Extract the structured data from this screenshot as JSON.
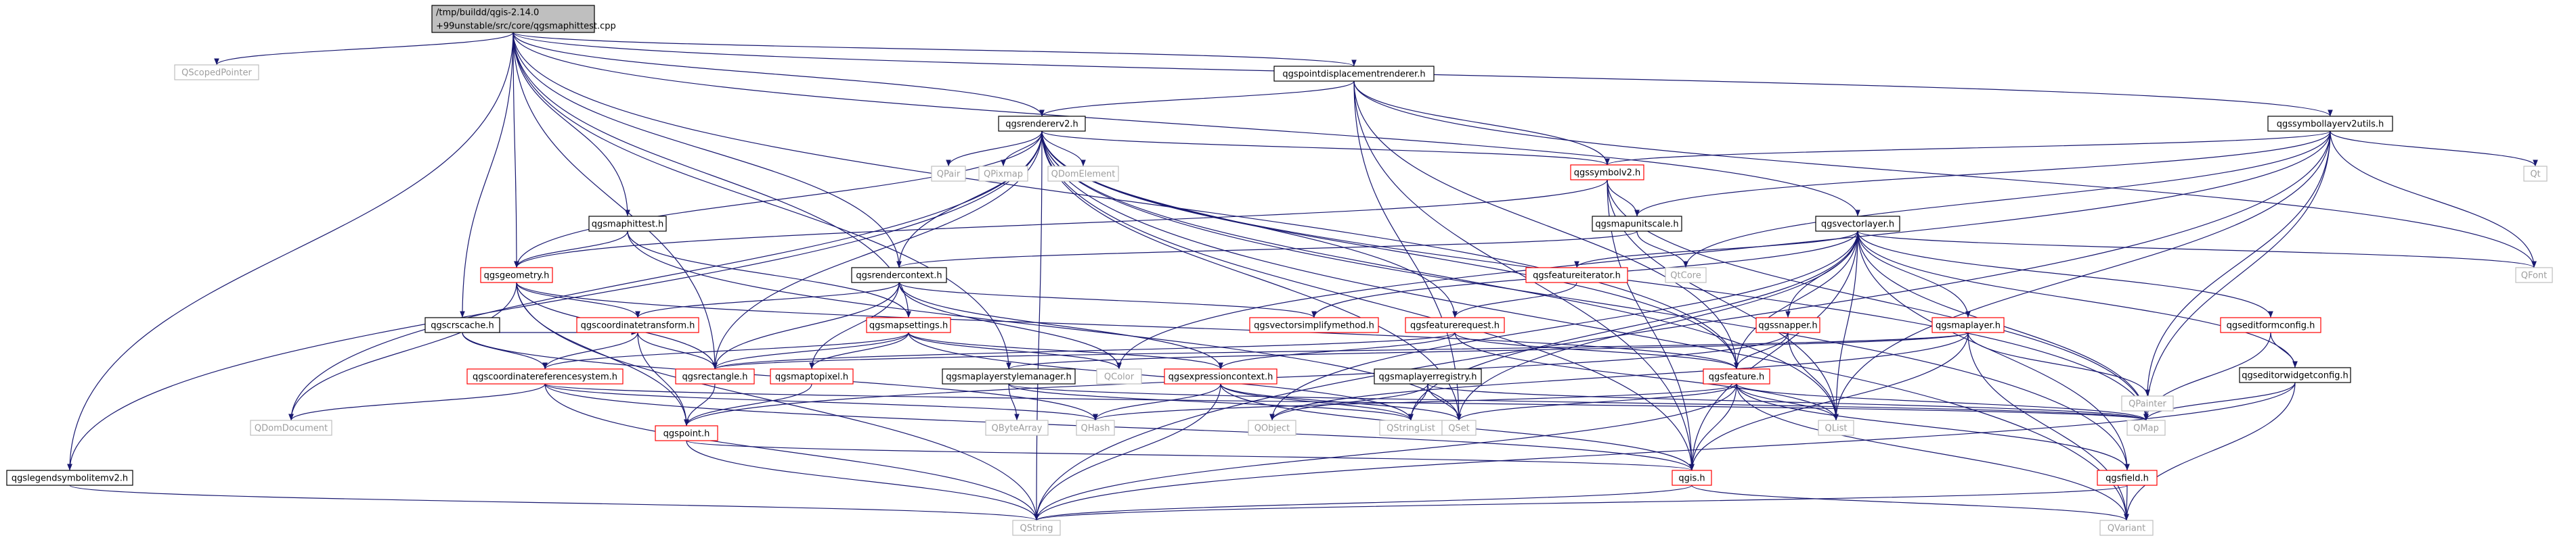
{
  "colors": {
    "root_fill": "#bfbfbf",
    "node_fill": "#ffffff",
    "node_border_doc": "#000000",
    "node_border_undoc": "#ff0000",
    "external_border": "#bfbfbf",
    "external_text": "#9e9e9e",
    "edge": "#191970"
  },
  "nodes": [
    {
      "id": "root",
      "lines": [
        "/tmp/buildd/qgis-2.14.0",
        "+99unstable/src/core/qgsmaphittest.cpp"
      ],
      "kind": "root"
    },
    {
      "id": "qscopedpointer",
      "lines": [
        "QScopedPointer"
      ],
      "kind": "external"
    },
    {
      "id": "qgspointdisplacementrenderer",
      "lines": [
        "qgspointdisplacementrenderer.h"
      ],
      "kind": "doc"
    },
    {
      "id": "qgssymbollayerv2utils",
      "lines": [
        "qgssymbollayerv2utils.h"
      ],
      "kind": "doc"
    },
    {
      "id": "qgsrendererv2",
      "lines": [
        "qgsrendererv2.h"
      ],
      "kind": "doc"
    },
    {
      "id": "qgssymbolv2",
      "lines": [
        "qgssymbolv2.h"
      ],
      "kind": "undoc"
    },
    {
      "id": "qpair",
      "lines": [
        "QPair"
      ],
      "kind": "external"
    },
    {
      "id": "qpixmap",
      "lines": [
        "QPixmap"
      ],
      "kind": "external"
    },
    {
      "id": "qdomelement",
      "lines": [
        "QDomElement"
      ],
      "kind": "external"
    },
    {
      "id": "qt",
      "lines": [
        "Qt"
      ],
      "kind": "external"
    },
    {
      "id": "qgsmaphittest",
      "lines": [
        "qgsmaphittest.h"
      ],
      "kind": "doc"
    },
    {
      "id": "qgsmapunitscale",
      "lines": [
        "qgsmapunitscale.h"
      ],
      "kind": "doc"
    },
    {
      "id": "qgsvectorlayer",
      "lines": [
        "qgsvectorlayer.h"
      ],
      "kind": "doc"
    },
    {
      "id": "qgsgeometry",
      "lines": [
        "qgsgeometry.h"
      ],
      "kind": "undoc"
    },
    {
      "id": "qgsrendercontext",
      "lines": [
        "qgsrendercontext.h"
      ],
      "kind": "doc"
    },
    {
      "id": "qtcore",
      "lines": [
        "QtCore"
      ],
      "kind": "external"
    },
    {
      "id": "qgsfeatureiterator",
      "lines": [
        "qgsfeatureiterator.h"
      ],
      "kind": "undoc"
    },
    {
      "id": "qfont",
      "lines": [
        "QFont"
      ],
      "kind": "external"
    },
    {
      "id": "qgscrscache",
      "lines": [
        "qgscrscache.h"
      ],
      "kind": "doc"
    },
    {
      "id": "qgscoordinatetransform",
      "lines": [
        "qgscoordinatetransform.h"
      ],
      "kind": "undoc"
    },
    {
      "id": "qgsmapsettings",
      "lines": [
        "qgsmapsettings.h"
      ],
      "kind": "undoc"
    },
    {
      "id": "qgsvectorsimplifymethod",
      "lines": [
        "qgsvectorsimplifymethod.h"
      ],
      "kind": "undoc"
    },
    {
      "id": "qgsfeaturerequest",
      "lines": [
        "qgsfeaturerequest.h"
      ],
      "kind": "undoc"
    },
    {
      "id": "qgssnapper",
      "lines": [
        "qgssnapper.h"
      ],
      "kind": "undoc"
    },
    {
      "id": "qgsmaplayer",
      "lines": [
        "qgsmaplayer.h"
      ],
      "kind": "undoc"
    },
    {
      "id": "qgseditformconfig",
      "lines": [
        "qgseditformconfig.h"
      ],
      "kind": "undoc"
    },
    {
      "id": "qgseditorwidgetconfig",
      "lines": [
        "qgseditorwidgetconfig.h"
      ],
      "kind": "doc"
    },
    {
      "id": "qpainter",
      "lines": [
        "QPainter"
      ],
      "kind": "external"
    },
    {
      "id": "qgscoordinatereferencesystem",
      "lines": [
        "qgscoordinatereferencesystem.h"
      ],
      "kind": "undoc"
    },
    {
      "id": "qgsrectangle",
      "lines": [
        "qgsrectangle.h"
      ],
      "kind": "undoc"
    },
    {
      "id": "qgsmaptopixel",
      "lines": [
        "qgsmaptopixel.h"
      ],
      "kind": "undoc"
    },
    {
      "id": "qgsmaplayerstylemanager",
      "lines": [
        "qgsmaplayerstylemanager.h"
      ],
      "kind": "doc"
    },
    {
      "id": "qcolor",
      "lines": [
        "QColor"
      ],
      "kind": "external"
    },
    {
      "id": "qgsexpressioncontext",
      "lines": [
        "qgsexpressioncontext.h"
      ],
      "kind": "undoc"
    },
    {
      "id": "qgsmaplayerregistry",
      "lines": [
        "qgsmaplayerregistry.h"
      ],
      "kind": "doc"
    },
    {
      "id": "qgsfeature",
      "lines": [
        "qgsfeature.h"
      ],
      "kind": "undoc"
    },
    {
      "id": "qdomdocument",
      "lines": [
        "QDomDocument"
      ],
      "kind": "external"
    },
    {
      "id": "qbytearray",
      "lines": [
        "QByteArray"
      ],
      "kind": "external"
    },
    {
      "id": "qhash",
      "lines": [
        "QHash"
      ],
      "kind": "external"
    },
    {
      "id": "qobject",
      "lines": [
        "QObject"
      ],
      "kind": "external"
    },
    {
      "id": "qstringlist",
      "lines": [
        "QStringList"
      ],
      "kind": "external"
    },
    {
      "id": "qset",
      "lines": [
        "QSet"
      ],
      "kind": "external"
    },
    {
      "id": "qlist",
      "lines": [
        "QList"
      ],
      "kind": "external"
    },
    {
      "id": "qmap",
      "lines": [
        "QMap"
      ],
      "kind": "external"
    },
    {
      "id": "qgsfield",
      "lines": [
        "qgsfield.h"
      ],
      "kind": "undoc"
    },
    {
      "id": "qgspoint",
      "lines": [
        "qgspoint.h"
      ],
      "kind": "undoc"
    },
    {
      "id": "qgis",
      "lines": [
        "qgis.h"
      ],
      "kind": "undoc"
    },
    {
      "id": "qgslegendsymbolitemv2",
      "lines": [
        "qgslegendsymbolitemv2.h"
      ],
      "kind": "doc"
    },
    {
      "id": "qstring",
      "lines": [
        "QString"
      ],
      "kind": "external"
    },
    {
      "id": "qvariant",
      "lines": [
        "QVariant"
      ],
      "kind": "external"
    }
  ],
  "edges": [
    [
      "root",
      "qscopedpointer"
    ],
    [
      "root",
      "qgspointdisplacementrenderer"
    ],
    [
      "root",
      "qgssymbollayerv2utils"
    ],
    [
      "root",
      "qgsrendererv2"
    ],
    [
      "root",
      "qgsmaphittest"
    ],
    [
      "root",
      "qgsvectorlayer"
    ],
    [
      "root",
      "qgsgeometry"
    ],
    [
      "root",
      "qgsrendercontext"
    ],
    [
      "root",
      "qgscrscache"
    ],
    [
      "root",
      "qgsmaplayerstylemanager"
    ],
    [
      "root",
      "qgsrectangle"
    ],
    [
      "root",
      "qgslegendsymbolitemv2"
    ],
    [
      "root",
      "qgsmapsettings"
    ],
    [
      "root",
      "qgsfeature"
    ],
    [
      "qgspointdisplacementrenderer",
      "qgsrendererv2"
    ],
    [
      "qgspointdisplacementrenderer",
      "qgssymbolv2"
    ],
    [
      "qgspointdisplacementrenderer",
      "qfont"
    ],
    [
      "qgspointdisplacementrenderer",
      "qgsfeature"
    ],
    [
      "qgspointdisplacementrenderer",
      "qgis"
    ],
    [
      "qgspointdisplacementrenderer",
      "qset"
    ],
    [
      "qgssymbollayerv2utils",
      "qt"
    ],
    [
      "qgssymbollayerv2utils",
      "qfont"
    ],
    [
      "qgssymbollayerv2utils",
      "qgssymbolv2"
    ],
    [
      "qgssymbollayerv2utils",
      "qgsmapunitscale"
    ],
    [
      "qgssymbollayerv2utils",
      "qmap"
    ],
    [
      "qgssymbollayerv2utils",
      "qcolor"
    ],
    [
      "qgssymbollayerv2utils",
      "qpainter"
    ],
    [
      "qgssymbollayerv2utils",
      "qstring"
    ],
    [
      "qgssymbollayerv2utils",
      "qlist"
    ],
    [
      "qgssymbollayerv2utils",
      "qtcore"
    ],
    [
      "qgsrendererv2",
      "qgis"
    ],
    [
      "qgsrendererv2",
      "qgsfeature"
    ],
    [
      "qgsrendererv2",
      "qgssymbolv2"
    ],
    [
      "qgsrendererv2",
      "qgsrendercontext"
    ],
    [
      "qgsrendererv2",
      "qgsfeaturerequest"
    ],
    [
      "qgsrendererv2",
      "qpair"
    ],
    [
      "qgsrendererv2",
      "qpixmap"
    ],
    [
      "qgsrendererv2",
      "qdomelement"
    ],
    [
      "qgsrendererv2",
      "qset"
    ],
    [
      "qgsrendererv2",
      "qlist"
    ],
    [
      "qgsrendererv2",
      "qmap"
    ],
    [
      "qgsrendererv2",
      "qvariant"
    ],
    [
      "qgsrendererv2",
      "qstring"
    ],
    [
      "qgsrendererv2",
      "qgsgeometry"
    ],
    [
      "qgsrendererv2",
      "qgslegendsymbolitemv2"
    ],
    [
      "qgsrendererv2",
      "qgsrectangle"
    ],
    [
      "qgsrendererv2",
      "qdomdocument"
    ],
    [
      "qgsrendererv2",
      "qgsfield"
    ],
    [
      "qgssymbolv2",
      "qgis"
    ],
    [
      "qgssymbolv2",
      "qmap"
    ],
    [
      "qgssymbolv2",
      "qgsmapunitscale"
    ],
    [
      "qgssymbolv2",
      "qgsgeometry"
    ],
    [
      "qgssymbolv2",
      "qlist"
    ],
    [
      "qgsmaphittest",
      "qgsgeometry"
    ],
    [
      "qgsmaphittest",
      "qgsmapsettings"
    ],
    [
      "qgsmaphittest",
      "qset"
    ],
    [
      "qgsmapunitscale",
      "qtcore"
    ],
    [
      "qgsmapunitscale",
      "qgsrendercontext"
    ],
    [
      "qgsvectorlayer",
      "qgsfeatureiterator"
    ],
    [
      "qgsvectorlayer",
      "qgssnapper"
    ],
    [
      "qgsvectorlayer",
      "qgsmaplayer"
    ],
    [
      "qgsvectorlayer",
      "qgseditformconfig"
    ],
    [
      "qgsvectorlayer",
      "qgseditorwidgetconfig"
    ],
    [
      "qgsvectorlayer",
      "qgsfeature"
    ],
    [
      "qgsvectorlayer",
      "qfont"
    ],
    [
      "qgsvectorlayer",
      "qmap"
    ],
    [
      "qgsvectorlayer",
      "qset"
    ],
    [
      "qgsvectorlayer",
      "qlist"
    ],
    [
      "qgsvectorlayer",
      "qstringlist"
    ],
    [
      "qgsvectorlayer",
      "qgis"
    ],
    [
      "qgsvectorlayer",
      "qgsfield"
    ],
    [
      "qgsvectorlayer",
      "qgsvectorsimplifymethod"
    ],
    [
      "qgsvectorlayer",
      "qobject"
    ],
    [
      "qgsgeometry",
      "qgscoordinatetransform"
    ],
    [
      "qgsgeometry",
      "qgsrectangle"
    ],
    [
      "qgsgeometry",
      "qgspoint"
    ],
    [
      "qgsgeometry",
      "qdomdocument"
    ],
    [
      "qgsgeometry",
      "qstring"
    ],
    [
      "qgsgeometry",
      "qgsfeature"
    ],
    [
      "qgsrendercontext",
      "qgscoordinatetransform"
    ],
    [
      "qgsrendercontext",
      "qgsmaptopixel"
    ],
    [
      "qgsrendercontext",
      "qgsrectangle"
    ],
    [
      "qgsrendercontext",
      "qgsexpressioncontext"
    ],
    [
      "qgsrendercontext",
      "qgsvectorsimplifymethod"
    ],
    [
      "qgsrendercontext",
      "qcolor"
    ],
    [
      "qgsfeatureiterator",
      "qgsfeaturerequest"
    ],
    [
      "qgscrscache",
      "qgscoordinatereferencesystem"
    ],
    [
      "qgscrscache",
      "qgscoordinatetransform"
    ],
    [
      "qgscrscache",
      "qhash"
    ],
    [
      "qgscoordinatetransform",
      "qgscoordinatereferencesystem"
    ],
    [
      "qgscoordinatetransform",
      "qgspoint"
    ],
    [
      "qgscoordinatetransform",
      "qgsrectangle"
    ],
    [
      "qgsmapsettings",
      "qgscoordinatereferencesystem"
    ],
    [
      "qgsmapsettings",
      "qgsrectangle"
    ],
    [
      "qgsmapsettings",
      "qgsmaptopixel"
    ],
    [
      "qgsmapsettings",
      "qgsexpressioncontext"
    ],
    [
      "qgsmapsettings",
      "qcolor"
    ],
    [
      "qgsmapsettings",
      "qstringlist"
    ],
    [
      "qgsfeaturerequest",
      "qgsfeature"
    ],
    [
      "qgsfeaturerequest",
      "qgsrectangle"
    ],
    [
      "qgsfeaturerequest",
      "qgsexpressioncontext"
    ],
    [
      "qgsfeaturerequest",
      "qlist"
    ],
    [
      "qgssnapper",
      "qgsfeature"
    ],
    [
      "qgssnapper",
      "qgspoint"
    ],
    [
      "qgssnapper",
      "qlist"
    ],
    [
      "qgsmaplayer",
      "qgsrectangle"
    ],
    [
      "qgsmaplayer",
      "qgis"
    ],
    [
      "qgsmaplayer",
      "qpainter"
    ],
    [
      "qgsmaplayer",
      "qvariant"
    ],
    [
      "qgsmaplayer",
      "qobject"
    ],
    [
      "qgsmaplayer",
      "qgsmaplayerstylemanager"
    ],
    [
      "qgseditformconfig",
      "qgseditorwidgetconfig"
    ],
    [
      "qgseditformconfig",
      "qmap"
    ],
    [
      "qgseditorwidgetconfig",
      "qmap"
    ],
    [
      "qgseditorwidgetconfig",
      "qstring"
    ],
    [
      "qgseditorwidgetconfig",
      "qvariant"
    ],
    [
      "qgscoordinatereferencesystem",
      "qstring"
    ],
    [
      "qgscoordinatereferencesystem",
      "qhash"
    ],
    [
      "qgscoordinatereferencesystem",
      "qmap"
    ],
    [
      "qgscoordinatereferencesystem",
      "qdomdocument"
    ],
    [
      "qgscoordinatereferencesystem",
      "qgis"
    ],
    [
      "qgsrectangle",
      "qgspoint"
    ],
    [
      "qgsmaptopixel",
      "qgspoint"
    ],
    [
      "qgsmaplayerstylemanager",
      "qbytearray"
    ],
    [
      "qgsmaplayerstylemanager",
      "qmap"
    ],
    [
      "qgsmaplayerstylemanager",
      "qstringlist"
    ],
    [
      "qgsexpressioncontext",
      "qstring"
    ],
    [
      "qgsexpressioncontext",
      "qstringlist"
    ],
    [
      "qgsexpressioncontext",
      "qset"
    ],
    [
      "qgsexpressioncontext",
      "qhash"
    ],
    [
      "qgsexpressioncontext",
      "qgis"
    ],
    [
      "qgsmaplayerregistry",
      "qmap"
    ],
    [
      "qgsmaplayerregistry",
      "qset"
    ],
    [
      "qgsmaplayerregistry",
      "qobject"
    ],
    [
      "qgsmaplayerregistry",
      "qstringlist"
    ],
    [
      "qgsfeature",
      "qmap"
    ],
    [
      "qgsfeature",
      "qstring"
    ],
    [
      "qgsfeature",
      "qvariant"
    ],
    [
      "qgsfeature",
      "qlist"
    ],
    [
      "qgsfeature",
      "qhash"
    ],
    [
      "qgsfeature",
      "qgsfield"
    ],
    [
      "qgsfeature",
      "qset"
    ],
    [
      "qgsfeature",
      "qgis"
    ],
    [
      "qgsfield",
      "qstring"
    ],
    [
      "qgsfield",
      "qvariant"
    ],
    [
      "qgspoint",
      "qgis"
    ],
    [
      "qgspoint",
      "qstring"
    ],
    [
      "qgis",
      "qstring"
    ],
    [
      "qgis",
      "qvariant"
    ],
    [
      "qgslegendsymbolitemv2",
      "qstring"
    ]
  ]
}
